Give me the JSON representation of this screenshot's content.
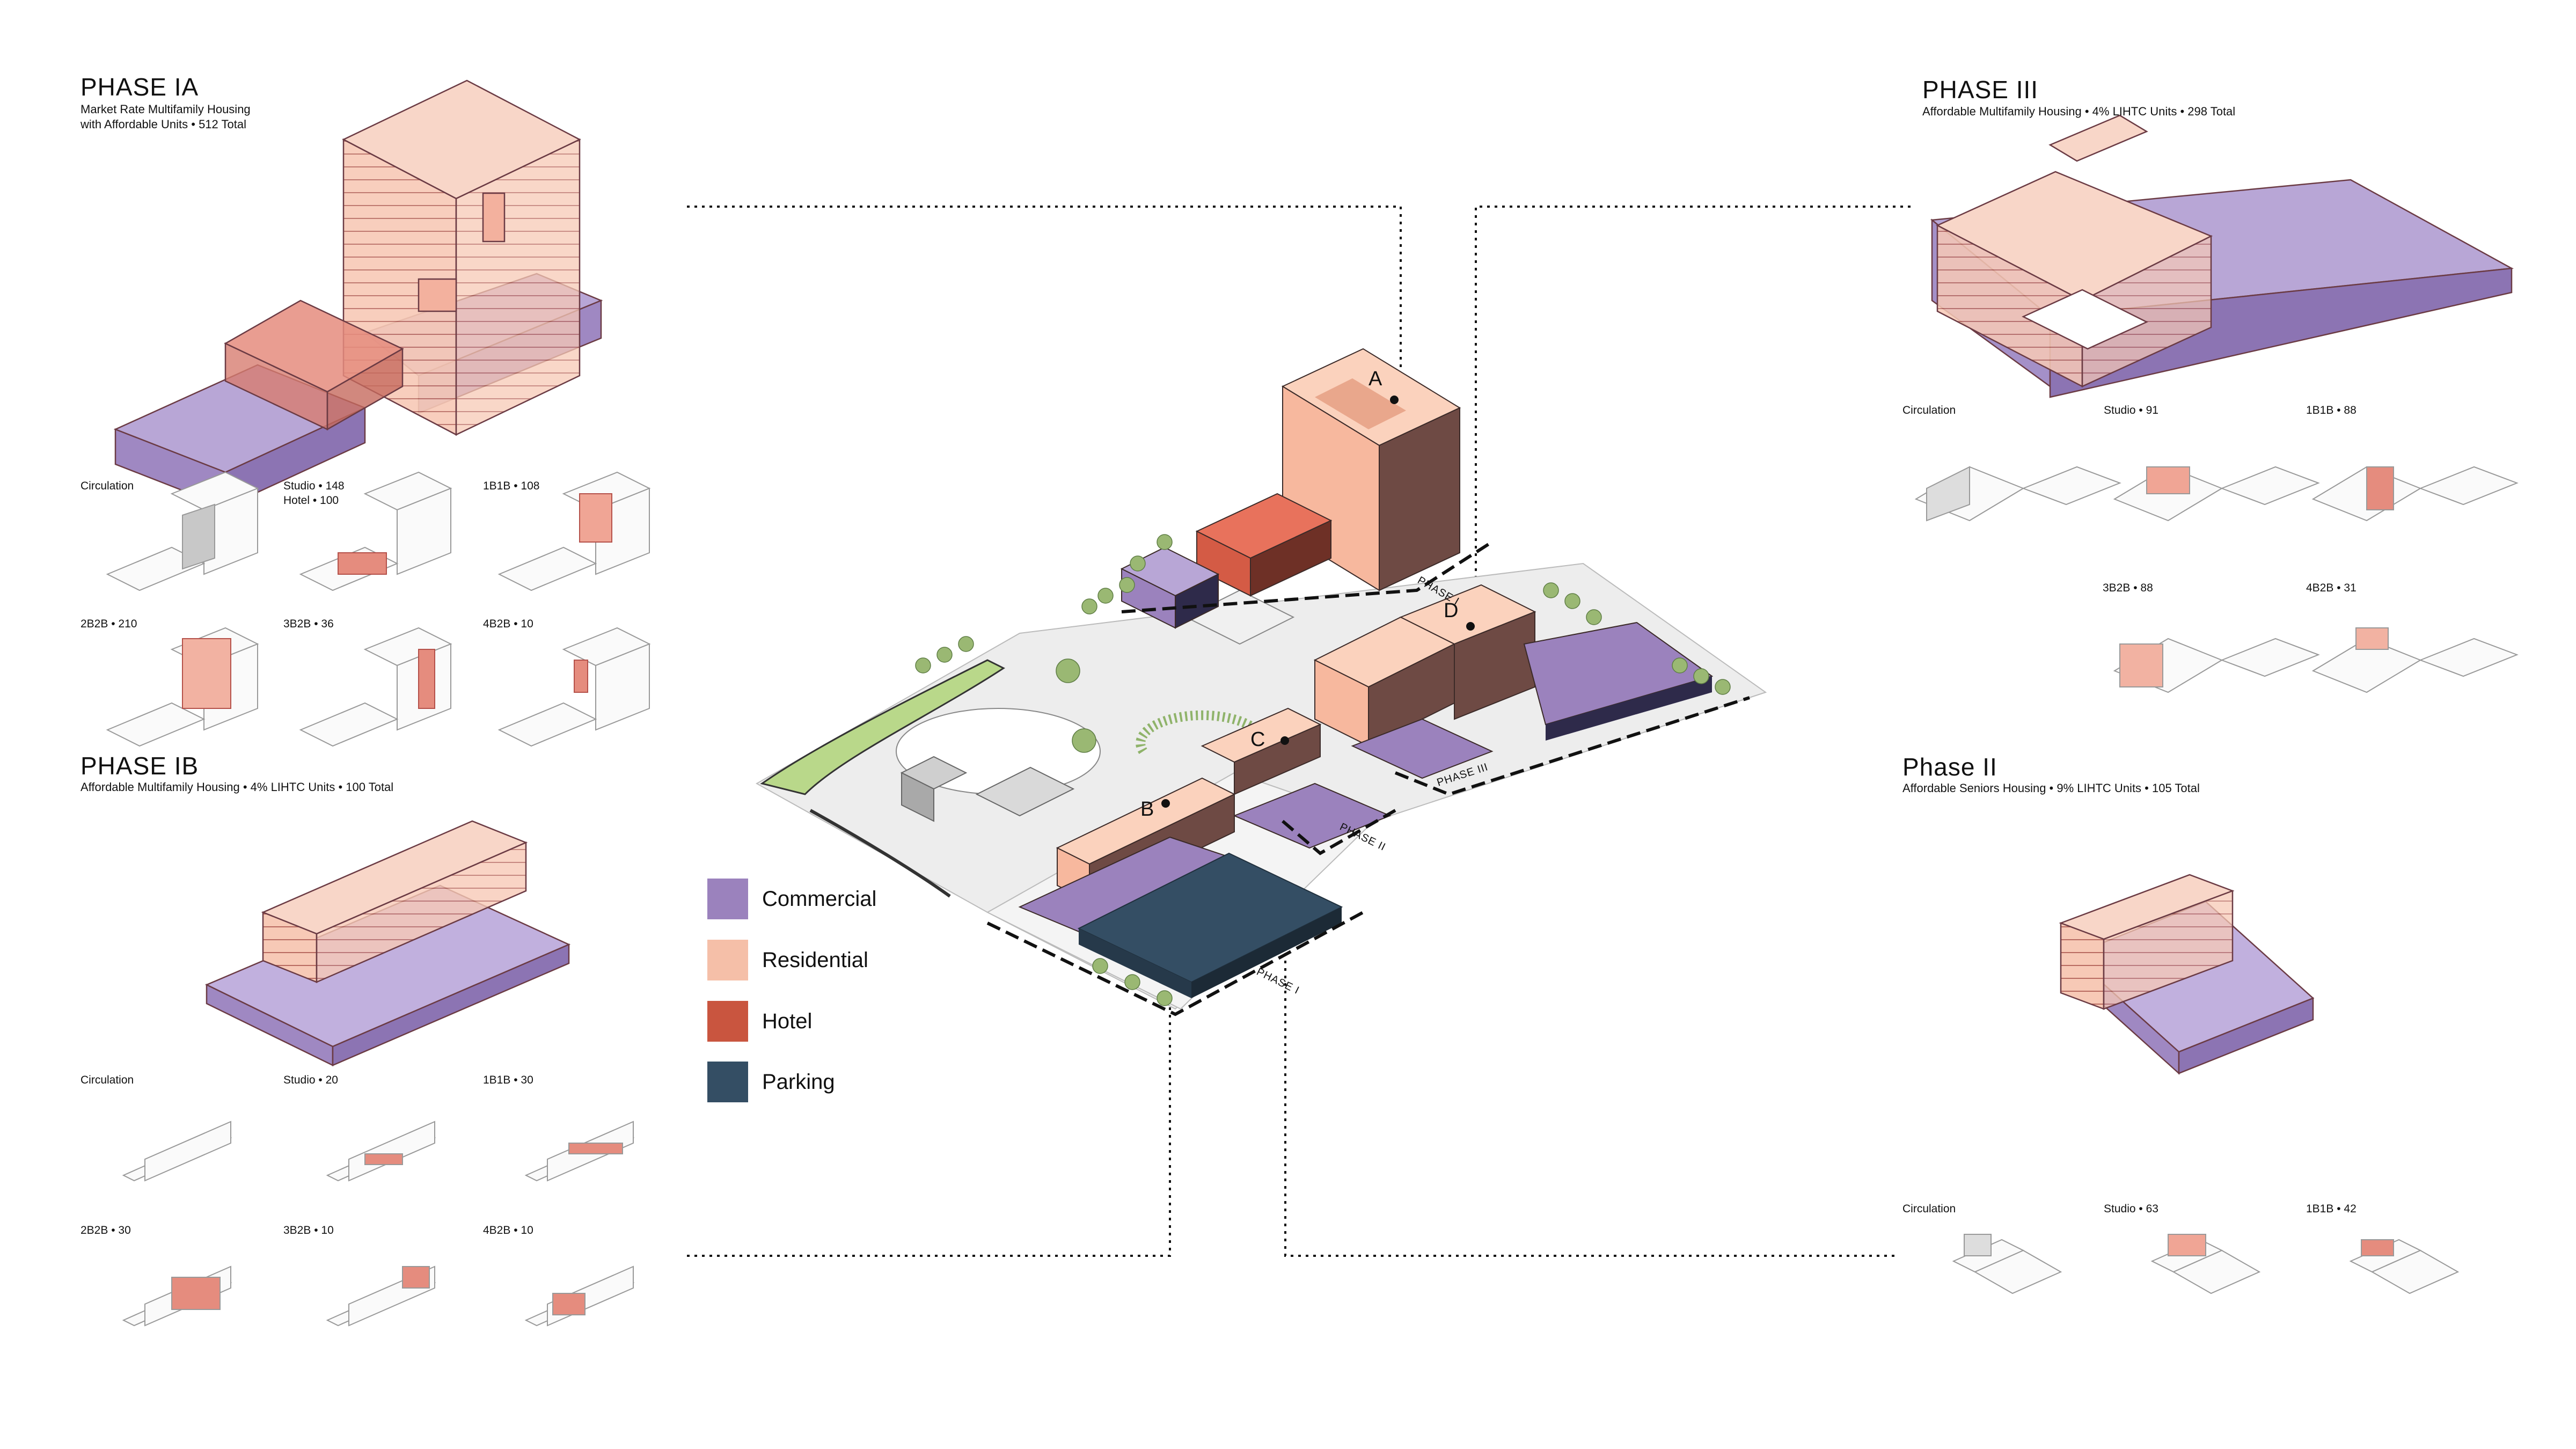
{
  "colors": {
    "commercial": "#9b82bd",
    "residential": "#f5bfa8",
    "hotel": "#c9553f",
    "parking": "#344e64",
    "residential_dark": "#6e4a44",
    "green": "#b9d88a"
  },
  "phase_ia": {
    "title": "PHASE IA",
    "subtitle_line1": "Market Rate Multifamily Housing",
    "subtitle_line2": "with Affordable Units • 512 Total",
    "units": [
      "Circulation",
      "Studio • 148",
      "Hotel • 100",
      "1B1B • 108",
      "2B2B • 210",
      "3B2B • 36",
      "4B2B • 10"
    ]
  },
  "phase_ib": {
    "title": "PHASE IB",
    "subtitle": "Affordable Multifamily Housing • 4% LIHTC Units • 100 Total",
    "units": [
      "Circulation",
      "Studio • 20",
      "1B1B • 30",
      "2B2B • 30",
      "3B2B • 10",
      "4B2B • 10"
    ]
  },
  "phase_iii": {
    "title": "PHASE III",
    "subtitle": "Affordable Multifamily Housing • 4% LIHTC Units • 298 Total",
    "units": [
      "Circulation",
      "Studio • 91",
      "1B1B • 88",
      "3B2B • 88",
      "4B2B • 31"
    ]
  },
  "phase_ii": {
    "title": "Phase II",
    "subtitle": "Affordable Seniors Housing • 9% LIHTC Units • 105 Total",
    "units": [
      "Circulation",
      "Studio • 63",
      "1B1B • 42"
    ]
  },
  "legend": [
    {
      "label": "Commercial",
      "color": "#9b82bd"
    },
    {
      "label": "Residential",
      "color": "#f5bfa8"
    },
    {
      "label": "Hotel",
      "color": "#c9553f"
    },
    {
      "label": "Parking",
      "color": "#344e64"
    }
  ],
  "site": {
    "pins": [
      "A",
      "B",
      "C",
      "D"
    ],
    "phase_tags": [
      "PHASE I",
      "PHASE II",
      "PHASE III",
      "PHASE I"
    ]
  }
}
